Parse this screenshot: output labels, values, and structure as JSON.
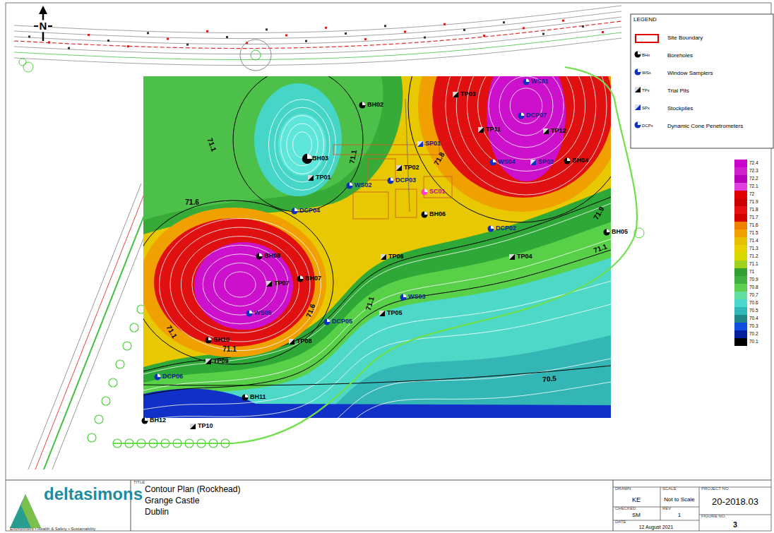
{
  "diagram": {
    "title": "Contour Plan (Rockhead)",
    "labels": [
      "N",
      "WS01",
      "TP03",
      "BH02",
      "BH03",
      "TP01",
      "WS02",
      "TP02",
      "SP01",
      "DCP03",
      "SC01",
      "BH06",
      "DCP04",
      "TP11",
      "DCP07",
      "TP12",
      "WS04",
      "SP02",
      "BH04",
      "DCP02",
      "BH05",
      "TP04",
      "TP06",
      "BH08",
      "TP07",
      "BH07",
      "WS05",
      "DCP05",
      "WS03",
      "TP05",
      "TP08",
      "BH10",
      "TP09",
      "DCP06",
      "BH11",
      "BH12",
      "TP10",
      "71.1",
      "71.1",
      "71.6",
      "71.8",
      "71.9",
      "71.1",
      "71.6",
      "71.1",
      "71.1",
      "71.1",
      "70.5",
      "LEGEND",
      "BHx",
      "WSx",
      "TPx",
      "SPx",
      "DCPx",
      "72.4",
      "72.3",
      "72.2",
      "72.1",
      "72",
      "71.9",
      "71.8",
      "71.7",
      "71.6",
      "71.5",
      "71.4",
      "71.3",
      "71.2",
      "71.1",
      "71",
      "70.9",
      "70.8",
      "70.7",
      "70.6",
      "70.5",
      "70.4",
      "70.3",
      "70.2",
      "70.1",
      "deltasimons",
      "Environment • Health & Safety • Sustainability",
      "TITLE",
      "Grange Castle",
      "Dublin",
      "DRAWN",
      "KE",
      "SCALE",
      "Not to Scale",
      "PROJECT NO.",
      "20-2018.03",
      "CHECKED",
      "SM",
      "REV",
      "1",
      "DATE",
      "12 August 2021",
      "FIGURE NO.",
      "3"
    ],
    "legend": [
      {
        "text": "Site Boundary"
      },
      {
        "text": "Boreholes"
      },
      {
        "text": "Window Samplers"
      },
      {
        "text": "Trial Pits"
      },
      {
        "text": "Stockpiles"
      },
      {
        "text": "Dynamic Cone Penetrometers"
      }
    ]
  }
}
